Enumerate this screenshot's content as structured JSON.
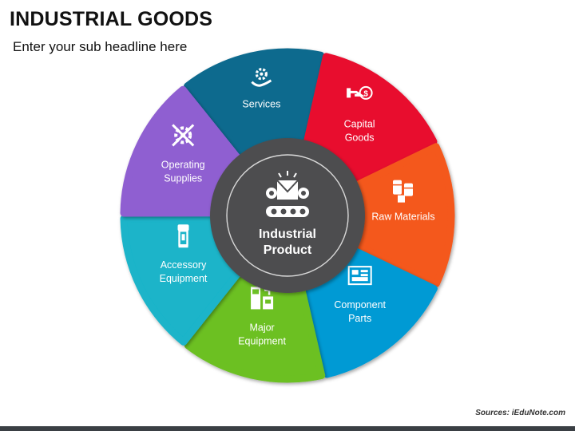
{
  "header": {
    "title": "INDUSTRIAL GOODS",
    "subtitle": "Enter your sub headline here"
  },
  "center": {
    "label_line1": "Industrial",
    "label_line2": "Product",
    "icon": "conveyor-box-icon",
    "color": "#4d4d4f"
  },
  "segments": [
    {
      "key": "services",
      "line1": "Services",
      "line2": "",
      "icon": "gear-hand-icon",
      "color": "#0c6a8e"
    },
    {
      "key": "capital-goods",
      "line1": "Capital",
      "line2": "Goods",
      "icon": "money-hand-icon",
      "color": "#e8102e"
    },
    {
      "key": "raw-materials",
      "line1": "Raw Materials",
      "line2": "",
      "icon": "barrels-icon",
      "color": "#f4581c"
    },
    {
      "key": "component-parts",
      "line1": "Component",
      "line2": "Parts",
      "icon": "circuit-board-icon",
      "color": "#049ad4"
    },
    {
      "key": "major-equipment",
      "line1": "Major",
      "line2": "Equipment",
      "icon": "machines-icon",
      "color": "#6cc024"
    },
    {
      "key": "accessory-equipment",
      "line1": "Accessory",
      "line2": "Equipment",
      "icon": "drill-icon",
      "color": "#1ab4c9"
    },
    {
      "key": "operating-supplies",
      "line1": "Operating",
      "line2": "Supplies",
      "icon": "tools-gear-icon",
      "color": "#8f5fd1"
    }
  ],
  "footer": {
    "source": "Sources: iEduNote.com"
  }
}
